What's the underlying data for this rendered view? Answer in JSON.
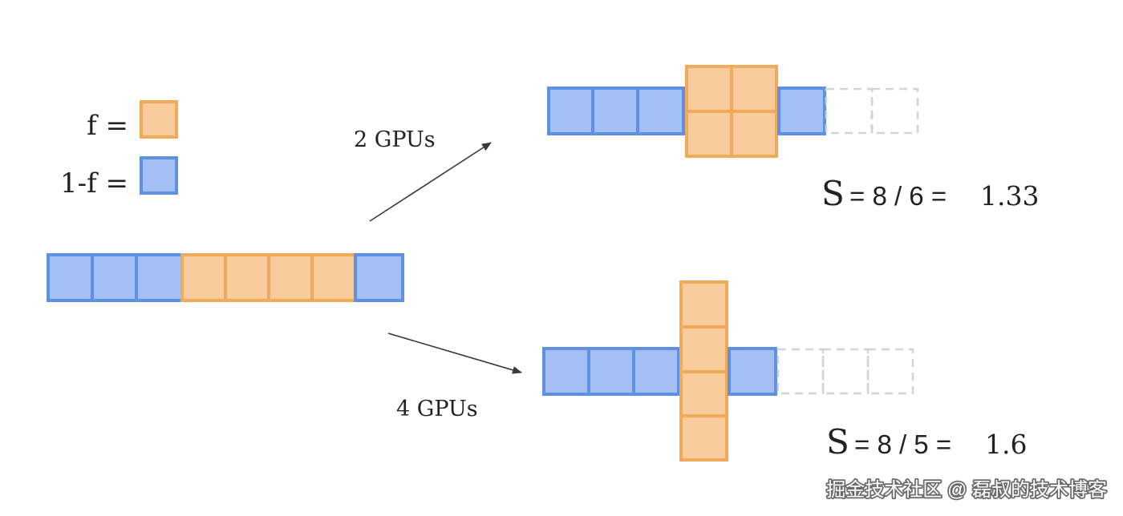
{
  "legend": {
    "serial_label": "f =",
    "parallel_label": "1-f ="
  },
  "arrows": {
    "two_gpus": "2 GPUs",
    "four_gpus": "4 GPUs"
  },
  "results": {
    "two_gpus": {
      "S": "S",
      "expr": "= 8 / 6 =",
      "value": "1.33"
    },
    "four_gpus": {
      "S": "S",
      "expr": "= 8 / 5 =",
      "value": "1.6"
    }
  },
  "watermark": "掘金技术社区 @ 磊叔的技术博客",
  "colors": {
    "blue_fill": "#a3bff4",
    "blue_stroke": "#5f91e2",
    "orange_fill": "#f9cc9d",
    "orange_stroke": "#f1aa5a",
    "ghost_stroke": "#d4d4d4",
    "arrow": "#3a3a3a",
    "text": "#222222"
  }
}
